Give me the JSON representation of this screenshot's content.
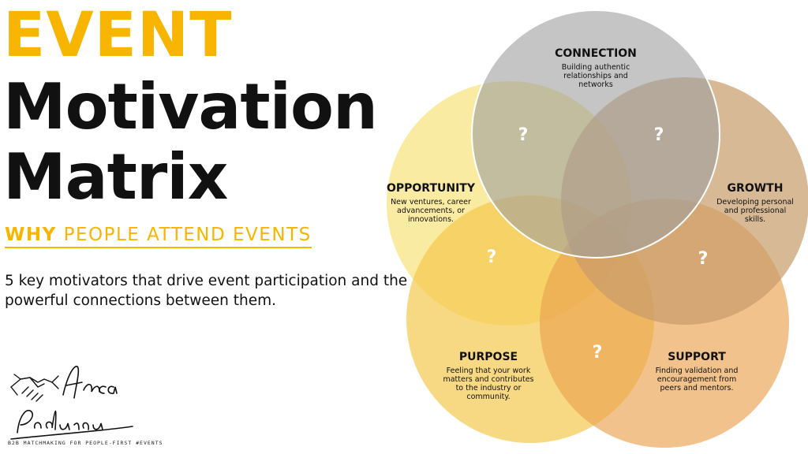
{
  "title": {
    "line1": "EVENT",
    "line2": "Motivation",
    "line3": "Matrix"
  },
  "subtitle": {
    "strong": "WHY",
    "rest": " PEOPLE ATTEND EVENTS"
  },
  "description": "5 key motivators that drive event participation and the powerful connections between them.",
  "colors": {
    "accent": "#F7B500",
    "title_dark": "#111111",
    "connection": "#9E9E9E",
    "growth": "#C89B69",
    "support": "#E9A24F",
    "purpose": "#F5C94E",
    "opportunity": "#F8E37A"
  },
  "circles": [
    {
      "name": "CONNECTION",
      "desc": [
        "Building authentic",
        "relationships and",
        "networks"
      ]
    },
    {
      "name": "GROWTH",
      "desc": [
        "Developing personal",
        "and professional",
        "skills."
      ]
    },
    {
      "name": "SUPPORT",
      "desc": [
        "Finding validation and",
        "encouragement from",
        "peers and mentors."
      ]
    },
    {
      "name": "PURPOSE",
      "desc": [
        "Feeling that your work",
        "matters and contributes",
        "to the industry or",
        "community."
      ]
    },
    {
      "name": "OPPORTUNITY",
      "desc": [
        "New ventures, career",
        "advancements, or",
        "innovations."
      ]
    }
  ],
  "intersections": [
    "?",
    "?",
    "?",
    "?",
    "?"
  ],
  "logo": {
    "signature": "Anca Paduraru",
    "tagline": "B2B MATCHMAKING FOR PEOPLE-FIRST #EVENTS",
    "icon": "handshake-icon"
  }
}
